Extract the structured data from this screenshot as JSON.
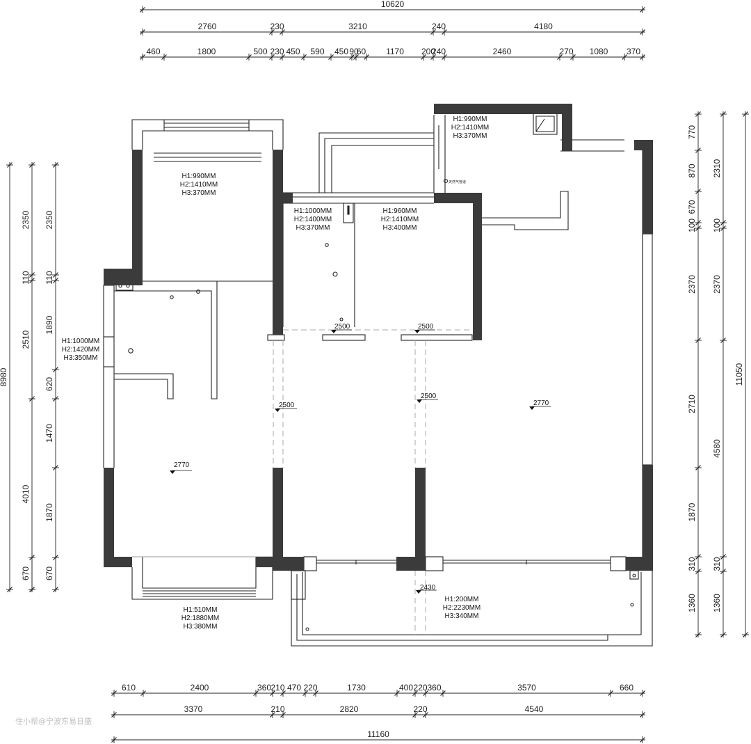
{
  "dimensions": {
    "top": {
      "overall": "10620",
      "row2": [
        "2760",
        "230",
        "3210",
        "240",
        "4180"
      ],
      "row3": [
        "460",
        "1800",
        "500",
        "230",
        "450",
        "590",
        "450",
        "90",
        "60",
        "1170",
        "200",
        "240",
        "2460",
        "270",
        "1080",
        "370"
      ]
    },
    "bottom": {
      "row1": [
        "610",
        "2400",
        "360",
        "210",
        "470",
        "220",
        "1730",
        "400",
        "220",
        "360",
        "3570",
        "660"
      ],
      "row2": [
        "3370",
        "210",
        "2820",
        "220",
        "4540"
      ],
      "overall": "11160"
    },
    "left": {
      "overall": "8980",
      "outer": [
        "2350",
        "110",
        "2510",
        "4010",
        "670"
      ],
      "inner": [
        "2350",
        "110",
        "1890",
        "620",
        "1470",
        "1870",
        "670"
      ]
    },
    "right": {
      "inner": [
        "770",
        "870",
        "670",
        "100",
        "2370",
        "2710",
        "1870",
        "310",
        "1360"
      ],
      "outer": [
        "2310",
        "100",
        "2370",
        "4580",
        "310",
        "1360"
      ],
      "overall": "11050"
    }
  },
  "windows": [
    {
      "h1": "H1:990MM",
      "h2": "H2:1410MM",
      "h3": "H3:370MM"
    },
    {
      "h1": "H1:990MM",
      "h2": "H2:1410MM",
      "h3": "H3:370MM"
    },
    {
      "h1": "H1:1000MM",
      "h2": "H2:1400MM",
      "h3": "H3:370MM"
    },
    {
      "h1": "H1:960MM",
      "h2": "H2:1410MM",
      "h3": "H3:400MM"
    },
    {
      "h1": "H1:1000MM",
      "h2": "H2:1420MM",
      "h3": "H3:350MM"
    },
    {
      "h1": "H1:510MM",
      "h2": "H2:1880MM",
      "h3": "H3:380MM"
    },
    {
      "h1": "H1:200MM",
      "h2": "H2:2230MM",
      "h3": "H3:340MM"
    }
  ],
  "levels": [
    "2500",
    "2500",
    "2500",
    "2500",
    "2770",
    "2770",
    "2430"
  ],
  "tiny_label": "天然气管道",
  "watermark": "住小帮@宁波东易日盛",
  "colors": {
    "wall": "#3b3b3b",
    "line": "#222222",
    "dashed": "#a8a8a8",
    "background": "#ffffff"
  }
}
